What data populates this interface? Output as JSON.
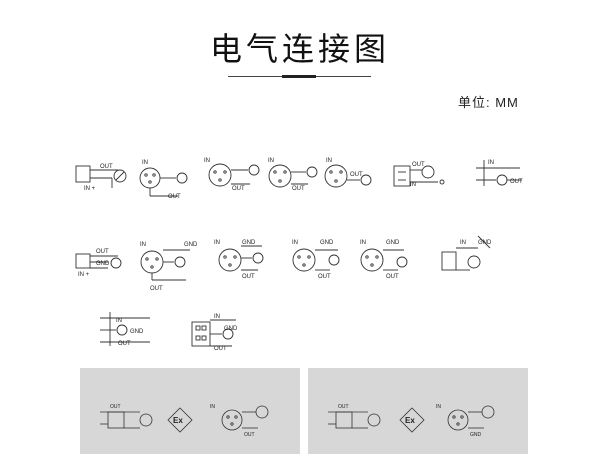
{
  "page": {
    "title": "电气连接图",
    "unit_label": "单位: MM"
  },
  "signals": {
    "in": "IN",
    "out": "OUT",
    "gnd": "GND",
    "in_plus": "IN +",
    "ex": "Ex"
  },
  "row1": {
    "section": "",
    "captions": [
      "",
      "",
      "",
      "",
      "",
      "",
      ""
    ]
  },
  "row2": {
    "section": "",
    "captions": [
      "",
      "",
      "",
      "",
      "",
      "",
      ""
    ]
  },
  "row3": {
    "captions": [
      "",
      ""
    ]
  },
  "panels": [
    {
      "header": "",
      "captions": [
        "",
        ""
      ]
    },
    {
      "header": "",
      "captions": [
        "",
        ""
      ]
    }
  ]
}
